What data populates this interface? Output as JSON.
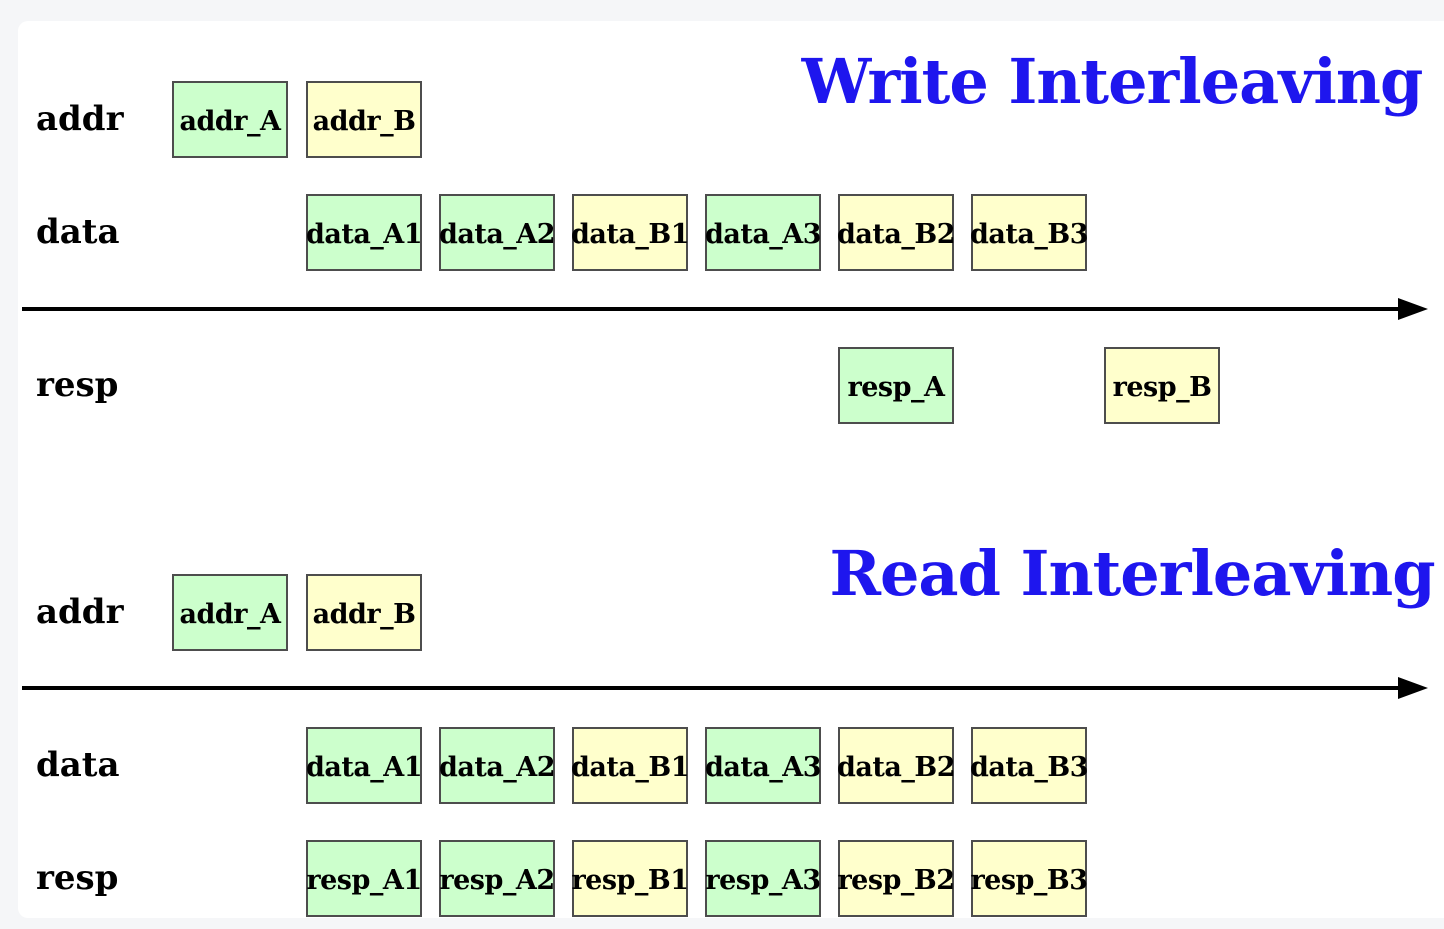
{
  "diagram": {
    "page_background": "#f5f6f8",
    "canvas_color": "#ffffff",
    "title_color": "#1e16ee",
    "group_a_color": "#ccffcc",
    "group_b_color": "#ffffcc",
    "box_border_color": "#4d4d4d",
    "sections": [
      {
        "title": "Write Interleaving",
        "rows": [
          {
            "label": "addr",
            "boxes": [
              {
                "label": "addr_A",
                "group": "A"
              },
              {
                "label": "addr_B",
                "group": "B"
              }
            ]
          },
          {
            "label": "data",
            "boxes": [
              {
                "label": "data_A1",
                "group": "A"
              },
              {
                "label": "data_A2",
                "group": "A"
              },
              {
                "label": "data_B1",
                "group": "B"
              },
              {
                "label": "data_A3",
                "group": "A"
              },
              {
                "label": "data_B2",
                "group": "B"
              },
              {
                "label": "data_B3",
                "group": "B"
              }
            ]
          },
          {
            "label": "resp",
            "boxes": [
              {
                "label": "resp_A",
                "group": "A"
              },
              {
                "label": "resp_B",
                "group": "B"
              }
            ]
          }
        ]
      },
      {
        "title": "Read Interleaving",
        "rows": [
          {
            "label": "addr",
            "boxes": [
              {
                "label": "addr_A",
                "group": "A"
              },
              {
                "label": "addr_B",
                "group": "B"
              }
            ]
          },
          {
            "label": "data",
            "boxes": [
              {
                "label": "data_A1",
                "group": "A"
              },
              {
                "label": "data_A2",
                "group": "A"
              },
              {
                "label": "data_B1",
                "group": "B"
              },
              {
                "label": "data_A3",
                "group": "A"
              },
              {
                "label": "data_B2",
                "group": "B"
              },
              {
                "label": "data_B3",
                "group": "B"
              }
            ]
          },
          {
            "label": "resp",
            "boxes": [
              {
                "label": "resp_A1",
                "group": "A"
              },
              {
                "label": "resp_A2",
                "group": "A"
              },
              {
                "label": "resp_B1",
                "group": "B"
              },
              {
                "label": "resp_A3",
                "group": "A"
              },
              {
                "label": "resp_B2",
                "group": "B"
              },
              {
                "label": "resp_B3",
                "group": "B"
              }
            ]
          }
        ]
      }
    ]
  }
}
